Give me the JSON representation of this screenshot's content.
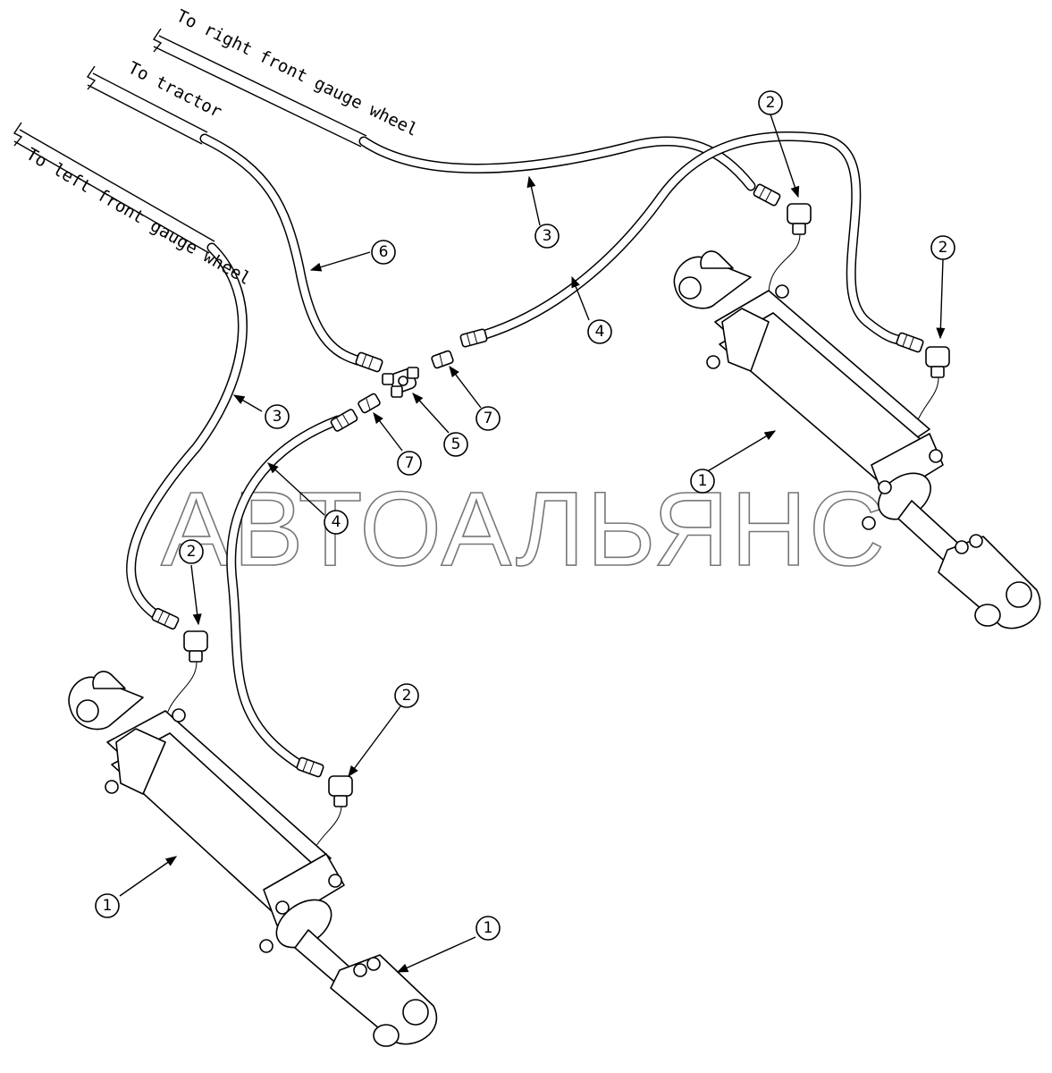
{
  "labels": {
    "to_right": "To right front gauge wheel",
    "to_tractor": "To tractor",
    "to_left": "To left front gauge wheel"
  },
  "callouts": {
    "c1a": "1",
    "c1b": "1",
    "c1c": "1",
    "c2a": "2",
    "c2b": "2",
    "c2c": "2",
    "c2d": "2",
    "c3a": "3",
    "c3b": "3",
    "c4a": "4",
    "c4b": "4",
    "c5": "5",
    "c6": "6",
    "c7a": "7",
    "c7b": "7"
  },
  "watermark": "АВТОАЛЬЯНС"
}
